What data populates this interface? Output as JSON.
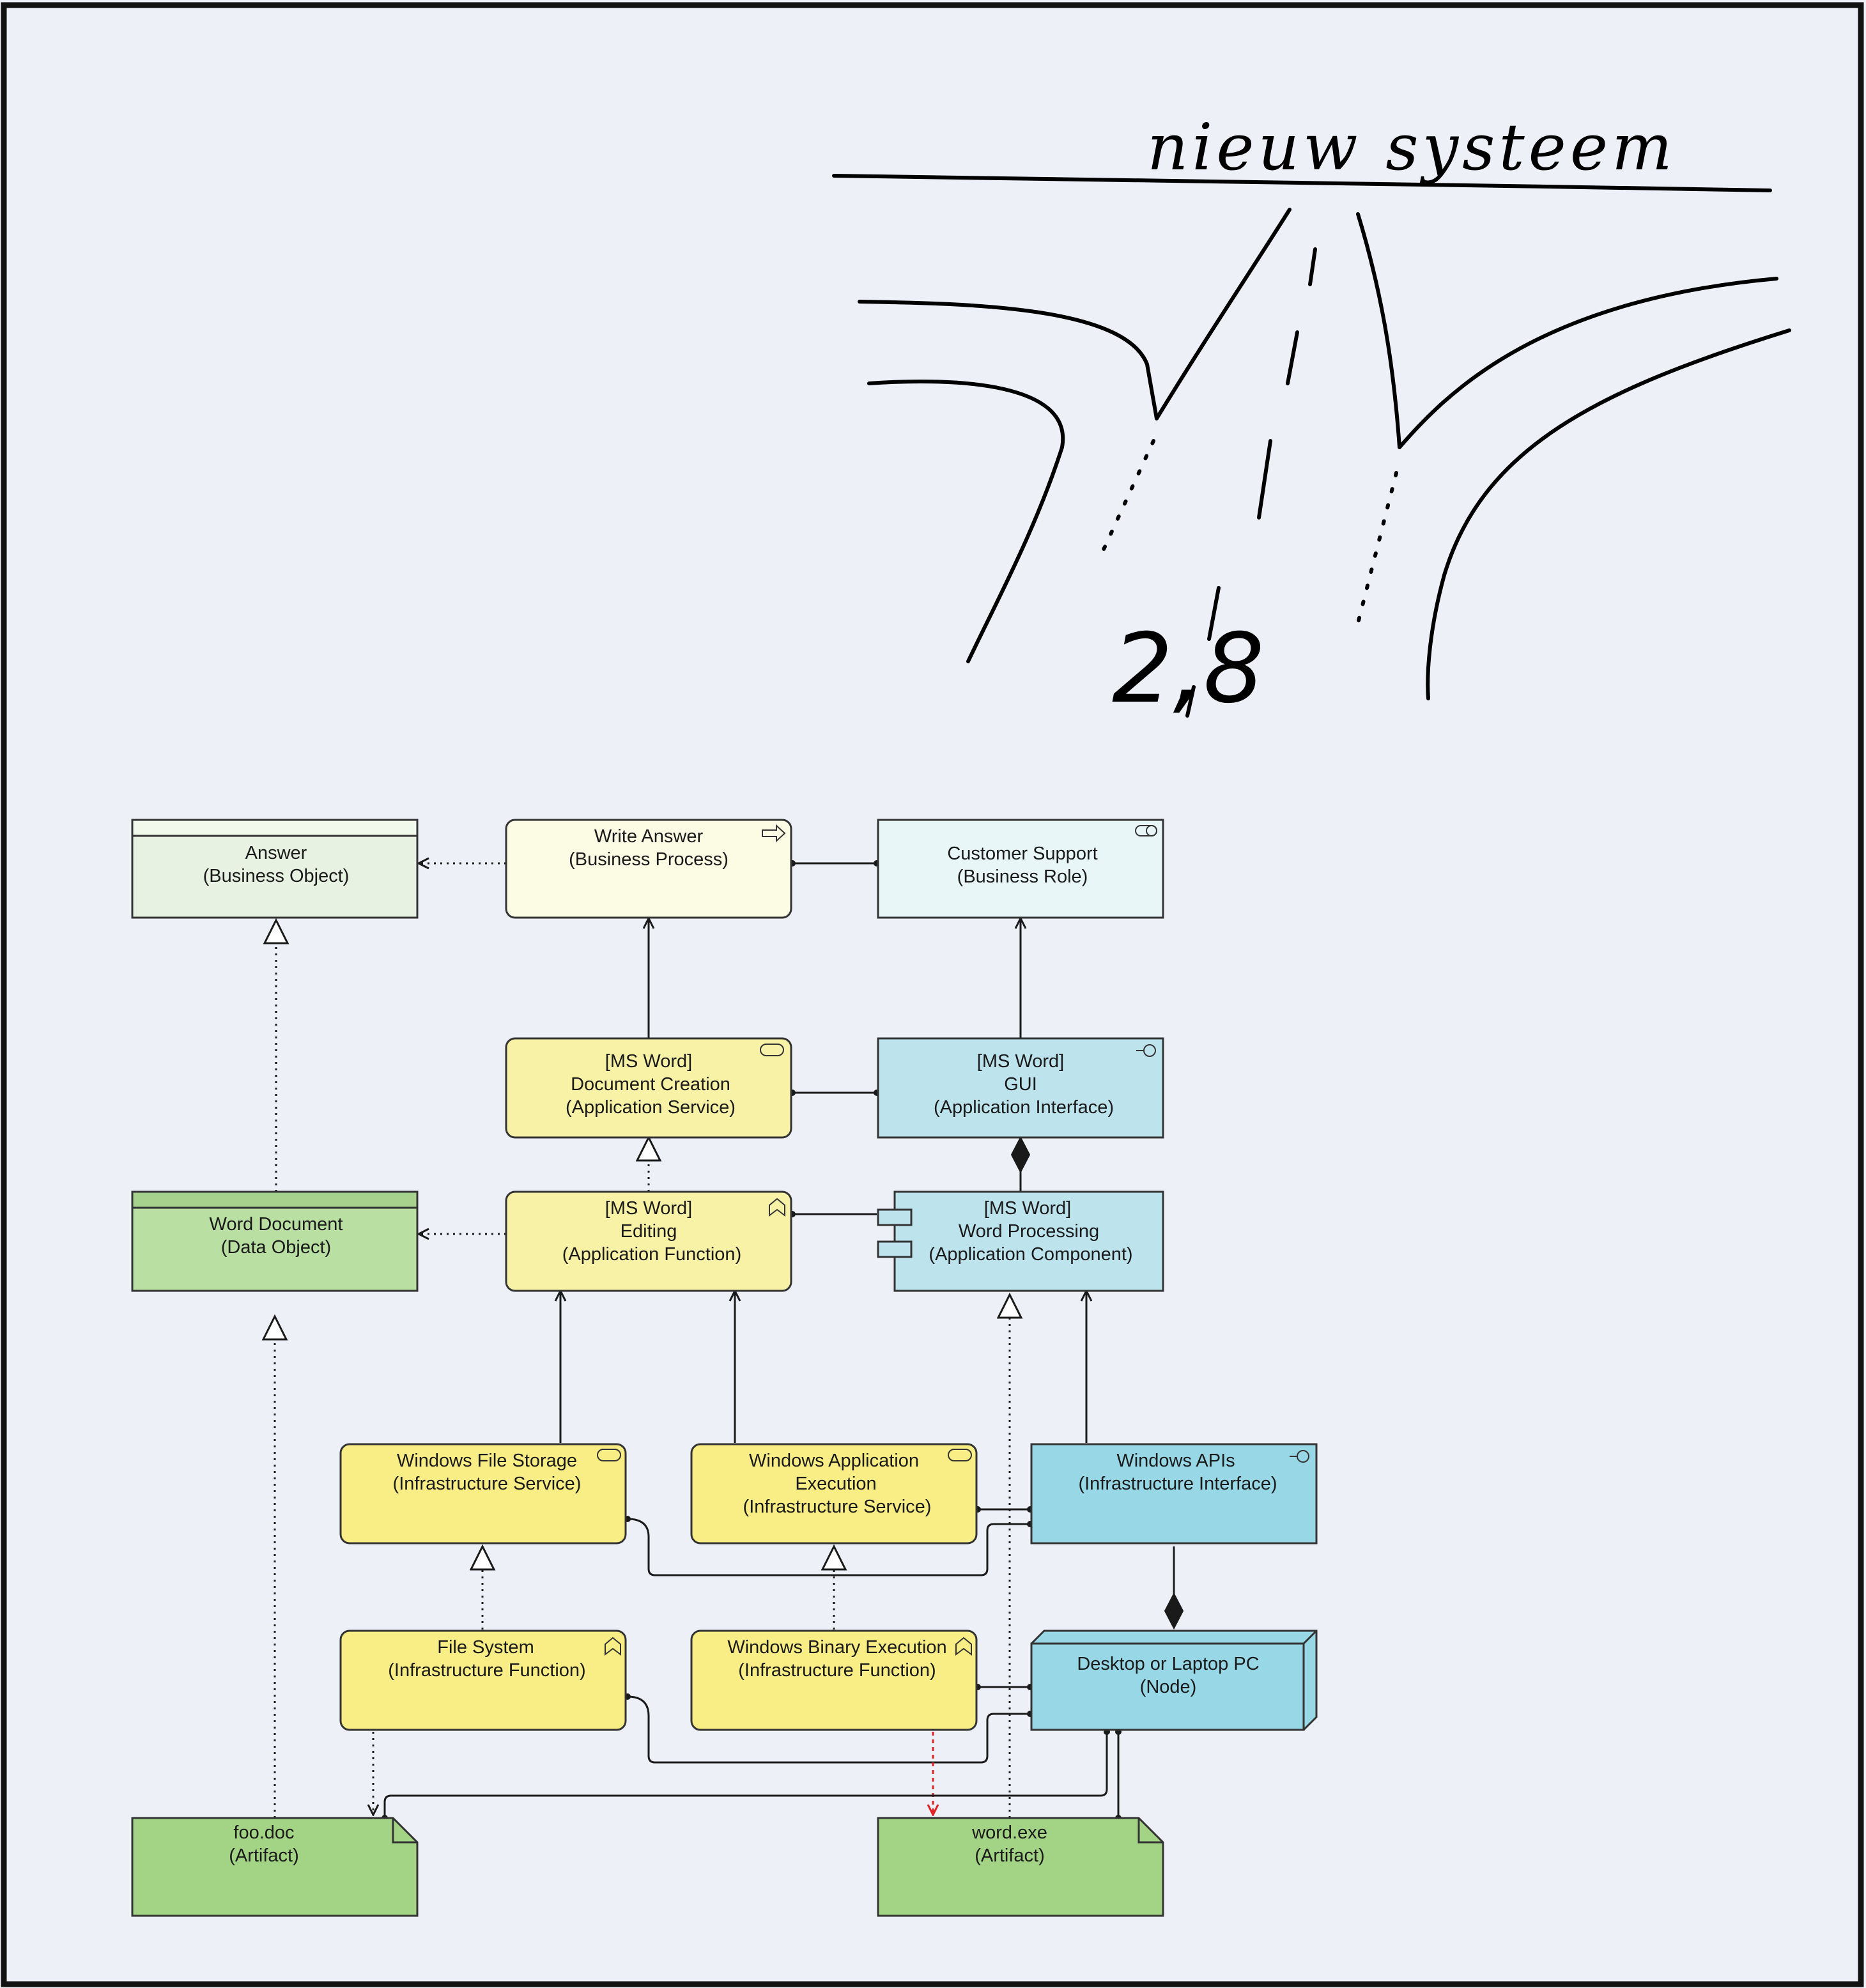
{
  "handwriting": {
    "title": "nieuw systeem",
    "value": "2,8"
  },
  "colors": {
    "background": "#eef0f8",
    "business_object": "#e8f2e2",
    "business_object_header": "#f1f8ec",
    "business_process": "#fcfbe3",
    "business_role": "#e9f6f8",
    "application_yellow": "#f8f2a6",
    "application_blue": "#bde3ec",
    "infrastructure_yellow": "#f8ee85",
    "infrastructure_blue": "#98d8e6",
    "data_object": "#b9dfa3",
    "data_object_header": "#a6d28e",
    "artifact": "#a3d384",
    "influence_red": "#e02020"
  },
  "elements": {
    "answer": {
      "name": "Answer",
      "type": "(Business Object)"
    },
    "write_answer": {
      "name": "Write Answer",
      "type": "(Business Process)"
    },
    "customer_support": {
      "name": "Customer Support",
      "type": "(Business Role)"
    },
    "document_creation": {
      "prefix": "[MS Word]",
      "name": "Document Creation",
      "type": "(Application Service)"
    },
    "gui": {
      "prefix": "[MS Word]",
      "name": "GUI",
      "type": "(Application Interface)"
    },
    "word_document": {
      "name": "Word Document",
      "type": "(Data Object)"
    },
    "editing": {
      "prefix": "[MS Word]",
      "name": "Editing",
      "type": "(Application Function)"
    },
    "word_processing": {
      "prefix": "[MS Word]",
      "name": "Word Processing",
      "type": "(Application Component)"
    },
    "windows_file_storage": {
      "name": "Windows File Storage",
      "type": "(Infrastructure Service)"
    },
    "windows_app_execution": {
      "name": "Windows Application",
      "name2": "Execution",
      "type": "(Infrastructure Service)"
    },
    "windows_apis": {
      "name": "Windows APIs",
      "type": "(Infrastructure Interface)"
    },
    "file_system": {
      "name": "File System",
      "type": "(Infrastructure Function)"
    },
    "windows_binary_execution": {
      "name": "Windows Binary Execution",
      "type": "(Infrastructure Function)"
    },
    "desktop_pc": {
      "name": "Desktop or Laptop PC",
      "type": "(Node)"
    },
    "foo_doc": {
      "name": "foo.doc",
      "type": "(Artifact)"
    },
    "word_exe": {
      "name": "word.exe",
      "type": "(Artifact)"
    }
  }
}
